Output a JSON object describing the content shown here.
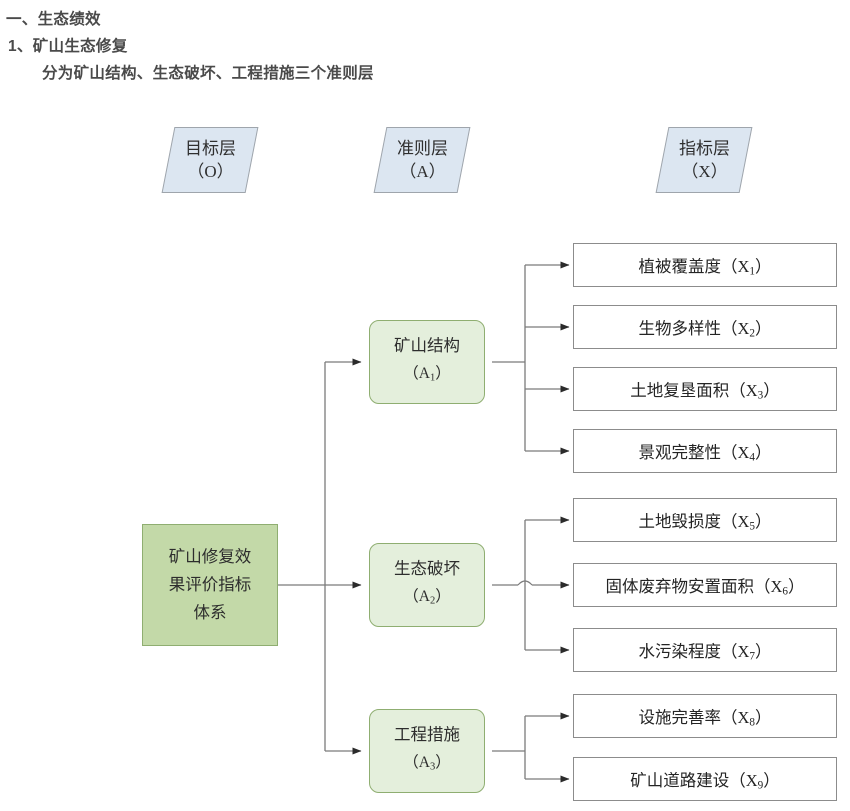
{
  "heading": {
    "line1": "一、生态绩效",
    "line2": "1、矿山生态修复",
    "line3": "分为矿山结构、生态破坏、工程措施三个准则层"
  },
  "diagram": {
    "layer_headers": [
      {
        "id": "goal-layer",
        "name": "目标层",
        "code": "（O）",
        "label": "目标层\n（O）"
      },
      {
        "id": "criterion-layer",
        "name": "准则层",
        "code": "（A）",
        "label": "准则层\n（A）"
      },
      {
        "id": "indicator-layer",
        "name": "指标层",
        "code": "（X）",
        "label": "指标层\n（X）"
      }
    ],
    "goal": {
      "id": "O",
      "label": "矿山修复效\n果评价指标\n体系"
    },
    "criteria": [
      {
        "id": "A1",
        "name": "矿山结构",
        "code_prefix": "（A",
        "code_sub": "1",
        "code_suffix": "）"
      },
      {
        "id": "A2",
        "name": "生态破坏",
        "code_prefix": "（A",
        "code_sub": "2",
        "code_suffix": "）"
      },
      {
        "id": "A3",
        "name": "工程措施",
        "code_prefix": "（A",
        "code_sub": "3",
        "code_suffix": "）"
      }
    ],
    "indicators": [
      {
        "id": "X1",
        "parent": "A1",
        "name": "植被覆盖度",
        "code_prefix": "（X",
        "code_sub": "1",
        "code_suffix": "）"
      },
      {
        "id": "X2",
        "parent": "A1",
        "name": "生物多样性",
        "code_prefix": "（X",
        "code_sub": "2",
        "code_suffix": "）"
      },
      {
        "id": "X3",
        "parent": "A1",
        "name": "土地复垦面积",
        "code_prefix": "（X",
        "code_sub": "3",
        "code_suffix": "）"
      },
      {
        "id": "X4",
        "parent": "A1",
        "name": "景观完整性",
        "code_prefix": "（X",
        "code_sub": "4",
        "code_suffix": "）"
      },
      {
        "id": "X5",
        "parent": "A2",
        "name": "土地毁损度",
        "code_prefix": "（X",
        "code_sub": "5",
        "code_suffix": "）"
      },
      {
        "id": "X6",
        "parent": "A2",
        "name": "固体废弃物安置面积",
        "code_prefix": "（X",
        "code_sub": "6",
        "code_suffix": "）"
      },
      {
        "id": "X7",
        "parent": "A2",
        "name": "水污染程度",
        "code_prefix": "（X",
        "code_sub": "7",
        "code_suffix": "）"
      },
      {
        "id": "X8",
        "parent": "A3",
        "name": "设施完善率",
        "code_prefix": "（X",
        "code_sub": "8",
        "code_suffix": "）"
      },
      {
        "id": "X9",
        "parent": "A3",
        "name": "矿山道路建设",
        "code_prefix": "（X",
        "code_sub": "9",
        "code_suffix": "）"
      }
    ]
  },
  "colors": {
    "goal_fill": "#c3d9a8",
    "criterion_fill": "#e4efdc",
    "node_border_green": "#8fae71",
    "layer_header_fill": "#dce6f1",
    "layer_header_border": "#9fa5ac",
    "indicator_border": "#8c8c8c",
    "connector": "#7b7b7b",
    "heading_text": "#4a4a4a"
  }
}
